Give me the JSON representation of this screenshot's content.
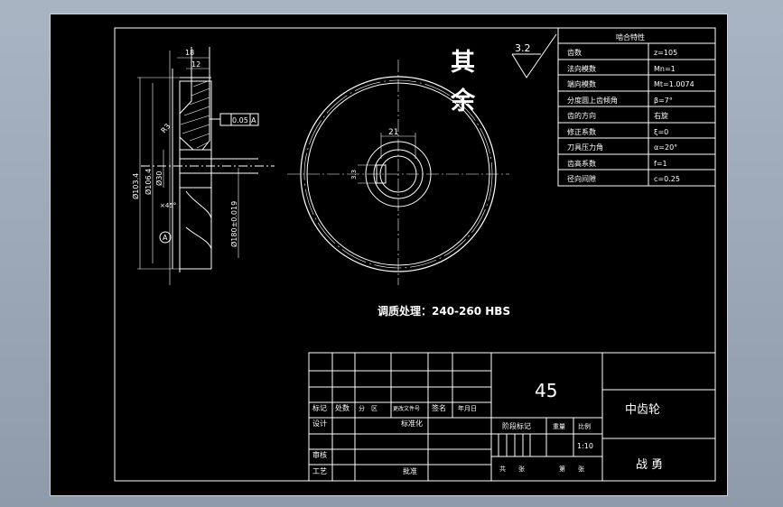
{
  "remark": {
    "line1": "其",
    "line2": "余"
  },
  "roughness": "3.2",
  "dims": {
    "d18": "18",
    "d12": "12",
    "tol": "0.05",
    "datum": "A",
    "r3": "R3",
    "od": "Ø103.4",
    "d1": "Ø106.4",
    "d2": "Ø30",
    "bore": "Ø180±0.019",
    "chamfer": "×45°",
    "key_w": "21",
    "key_h": "3.3"
  },
  "section_marker": "A",
  "params": {
    "title": "啮合特性",
    "rows": [
      {
        "name": "齿数",
        "value": "z=105"
      },
      {
        "name": "法向模数",
        "value": "Mn=1"
      },
      {
        "name": "端向模数",
        "value": "Mt=1.0074"
      },
      {
        "name": "分度圆上齿倾角",
        "value": "β=7°"
      },
      {
        "name": "齿的方向",
        "value": "右旋"
      },
      {
        "name": "修正系数",
        "value": "ξ=0"
      },
      {
        "name": "刀具压力角",
        "value": "α=20°"
      },
      {
        "name": "齿高系数",
        "value": "f=1"
      },
      {
        "name": "径向间隙",
        "value": "c=0.25"
      }
    ]
  },
  "heat_treatment": "调质处理：240-260  HBS",
  "title_block": {
    "material": "45",
    "part_name": "中齿轮",
    "designer": "战 勇",
    "scale_value": "1:10",
    "labels": {
      "mark": "标记",
      "count": "处数",
      "zone": "分　区",
      "doc_no": "更改文件号",
      "sign": "签名",
      "date": "年月日",
      "design": "设计",
      "standardize": "标准化",
      "review": "审核",
      "process": "工艺",
      "approve": "批准",
      "stage_mark": "阶段标记",
      "weight": "重量",
      "scale": "比例",
      "total": "共　　张",
      "sheet": "第　　张"
    }
  }
}
